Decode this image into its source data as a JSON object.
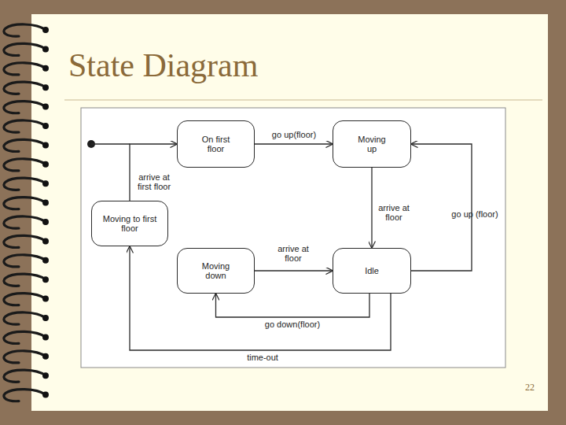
{
  "diagram": {
    "title": "State Diagram",
    "nodes": [
      {
        "text": [
          "On first floor"
        ]
      },
      {
        "text": [
          "Moving up"
        ]
      },
      {
        "text": [
          "Moving to first floor"
        ]
      },
      {
        "text": [
          "Moving down"
        ]
      },
      {
        "text": [
          "Idle"
        ]
      }
    ],
    "edges": [
      {
        "from": 0,
        "to": 1,
        "arrow": "to",
        "label": "go up(floor)"
      },
      {
        "from": 1,
        "to": 4,
        "arrow": "to",
        "label": "arrive at floor"
      },
      {
        "from": 4,
        "to": 1,
        "arrow": "to",
        "label": "go up (floor)"
      },
      {
        "from": 3,
        "to": 4,
        "arrow": "to",
        "label": "arrive at floor"
      },
      {
        "from": 4,
        "to": 3,
        "arrow": "to",
        "label": "go down(floor)"
      },
      {
        "from": 4,
        "to": 2,
        "arrow": "to",
        "label": "time-out"
      },
      {
        "from": 2,
        "to": 0,
        "arrow": "to",
        "label": "arrive at first floor"
      }
    ],
    "labels": [
      "22"
    ]
  }
}
